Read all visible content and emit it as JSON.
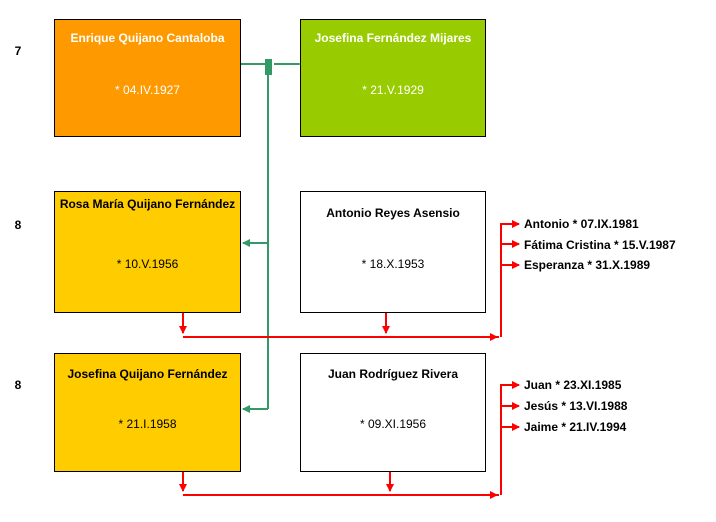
{
  "generations": [
    "7",
    "8",
    "8"
  ],
  "colors": {
    "enrique": "#ff9900",
    "josefina_fm": "#99cc00",
    "daughter": "#ffcc00",
    "spouse": "#ffffff",
    "green_line": "#339966",
    "red_line": "#ff0000"
  },
  "persons": {
    "enrique": {
      "name": "Enrique Quijano Cantaloba",
      "date": "* 04.IV.1927"
    },
    "josefina_fm": {
      "name": "Josefina Fernández Mijares",
      "date": "* 21.V.1929"
    },
    "rosa": {
      "name": "Rosa María Quijano Fernández",
      "date": "* 10.V.1956"
    },
    "antonio": {
      "name": "Antonio Reyes Asensio",
      "date": "* 18.X.1953"
    },
    "josefina_qf": {
      "name": "Josefina Quijano Fernández",
      "date": "* 21.I.1958"
    },
    "juan": {
      "name": "Juan Rodríguez Rivera",
      "date": "* 09.XI.1956"
    }
  },
  "children_rosa": [
    "Antonio * 07.IX.1981",
    "Fátima Cristina * 15.V.1987",
    "Esperanza * 31.X.1989"
  ],
  "children_josefina": [
    "Juan * 23.XI.1985",
    "Jesús * 13.VI.1988",
    "Jaime * 21.IV.1994"
  ]
}
